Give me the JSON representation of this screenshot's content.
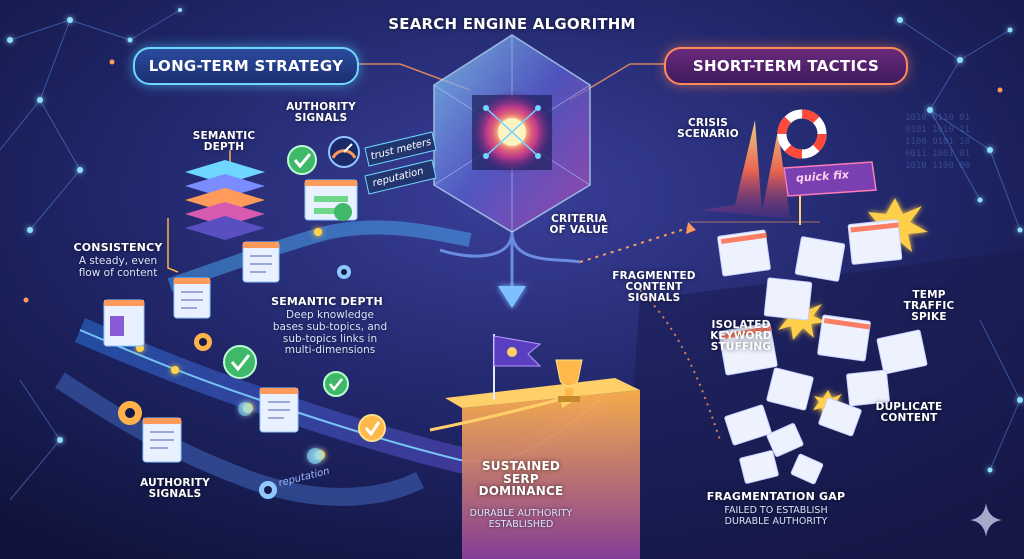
{
  "header": {
    "title": "SEARCH ENGINE ALGORITHM"
  },
  "pills": {
    "long_term": "LONG-TERM STRATEGY",
    "short_term": "SHORT-TERM TACTICS"
  },
  "center": {
    "criteria": "CRITERIA\nOF VALUE"
  },
  "long_term": {
    "authority_signals_top": "AUTHORITY\nSIGNALS",
    "semantic_depth_top": "SEMANTIC\nDEPTH",
    "consistency_title": "CONSISTENCY",
    "consistency_desc": "A steady, even\nflow of content",
    "semantic_depth_title": "SEMANTIC DEPTH",
    "semantic_depth_desc": "Deep knowledge\nbases  sub-topics, and\nsub-topics links in\nmulti-dimensions",
    "authority_signals_bottom": "AUTHORITY\nSIGNALS",
    "trust_meters": "trust meters",
    "reputation_top": "reputation",
    "reputation_bottom": "reputation",
    "sustained_title": "SUSTAINED\nSERP\nDOMINANCE",
    "sustained_desc": "DURABLE AUTHORITY\nESTABLISHED"
  },
  "short_term": {
    "crisis": "CRISIS\nSCENARIO",
    "quick_fix": "quick fix",
    "fragmented": "FRAGMENTED\nCONTENT\nSIGNALS",
    "isolated": "ISOLATED\nKEYWORD\nSTUFFING",
    "temp": "TEMP\nTRAFFIC\nSPIKE",
    "duplicate": "DUPLICATE\nCONTENT",
    "gap_title": "FRAGMENTATION GAP",
    "gap_desc": "FAILED TO ESTABLISH\nDURABLE AUTHORITY"
  },
  "colors": {
    "background": "#141a49",
    "long_accent": "#6fd7ff",
    "short_accent": "#ff8a5a",
    "path": "#4fb8ff"
  },
  "icons": [
    "crystal-core-icon",
    "lifebuoy-icon",
    "flag-icon",
    "trophy-icon",
    "gear-icon",
    "checkmark-badge-icon",
    "gauge-icon",
    "sparkle-icon",
    "explosion-icon",
    "layer-stack-icon"
  ]
}
